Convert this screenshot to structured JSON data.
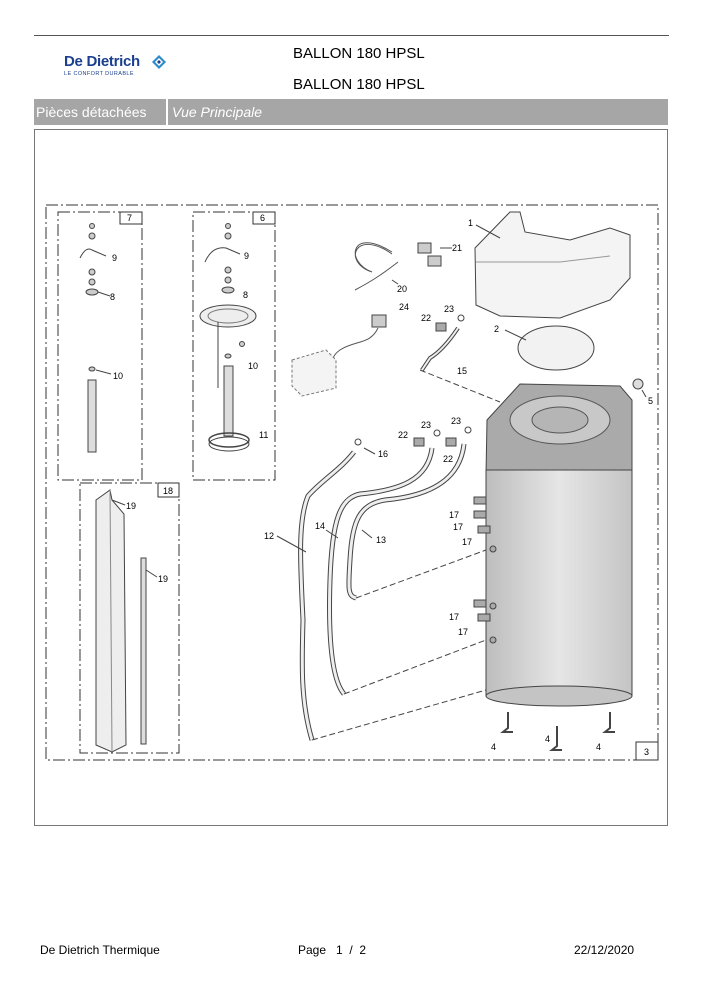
{
  "brand": {
    "name": "De Dietrich",
    "tagline": "LE CONFORT DURABLE",
    "accent_color": "#1b3f8f",
    "mark_color": "#2e8bc9"
  },
  "header": {
    "title_line1": "BALLON 180 HPSL",
    "title_line2": "BALLON 180 HPSL"
  },
  "section_bar": {
    "label": "Pièces détachées",
    "view": "Vue Principale",
    "color": "#a6a6a6"
  },
  "diagram": {
    "group_numbers": [
      "7",
      "6",
      "18",
      "3"
    ],
    "part_labels": [
      "1",
      "21",
      "20",
      "24",
      "22",
      "23",
      "2",
      "15",
      "5",
      "9",
      "8",
      "10",
      "9",
      "8",
      "10",
      "11",
      "23",
      "23",
      "22",
      "16",
      "22",
      "17",
      "17",
      "17",
      "19",
      "19",
      "12",
      "14",
      "13",
      "17",
      "17",
      "4",
      "4",
      "4"
    ]
  },
  "footer": {
    "company": "De Dietrich Thermique",
    "page_label": "Page",
    "page_current": "1",
    "page_separator": "/",
    "page_total": "2",
    "date": "22/12/2020"
  }
}
